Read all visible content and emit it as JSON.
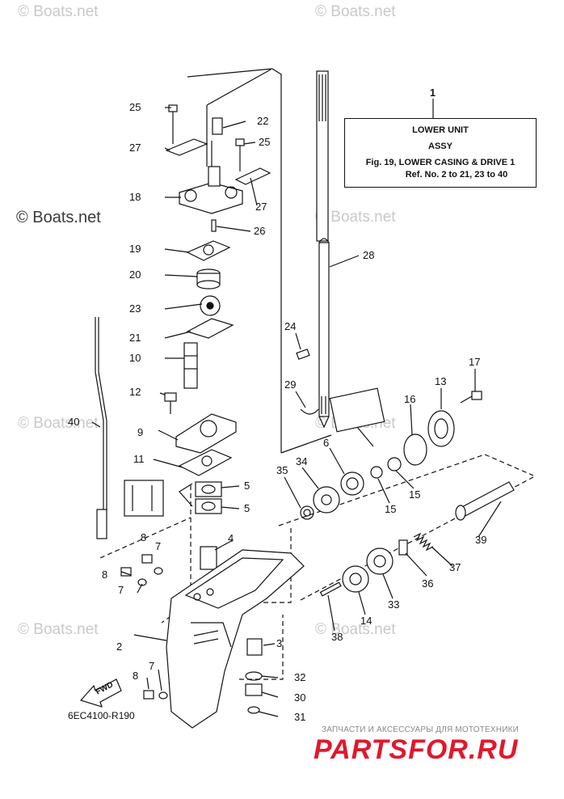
{
  "watermarks": {
    "repeat": "© Boats.net",
    "prominent": "© Boats.net"
  },
  "title_box": {
    "callout": "1",
    "line1": "LOWER UNIT",
    "line2": "ASSY",
    "line3": "Fig. 19, LOWER CASING & DRIVE 1",
    "line4": "Ref. No. 2 to 21, 23 to 40"
  },
  "part_labels": [
    "25",
    "22",
    "27",
    "25",
    "18",
    "27",
    "26",
    "19",
    "20",
    "23",
    "21",
    "10",
    "12",
    "9",
    "11",
    "5",
    "5",
    "4",
    "8",
    "7",
    "8",
    "7",
    "2",
    "40",
    "28",
    "24",
    "29",
    "17",
    "13",
    "16",
    "6",
    "34",
    "35",
    "15",
    "15",
    "39",
    "37",
    "36",
    "33",
    "14",
    "38",
    "3",
    "32",
    "30",
    "31",
    "8",
    "7"
  ],
  "fwd_label": "FWD",
  "diagram_code": "6EC4100-R190",
  "shop": {
    "tagline": "ЗАПЧАСТИ И АКСЕССУАРЫ ДЛЯ МОТОТЕХНИКИ",
    "logo_text": "PARTSFOR.RU",
    "logo_color": "#e0182c"
  }
}
